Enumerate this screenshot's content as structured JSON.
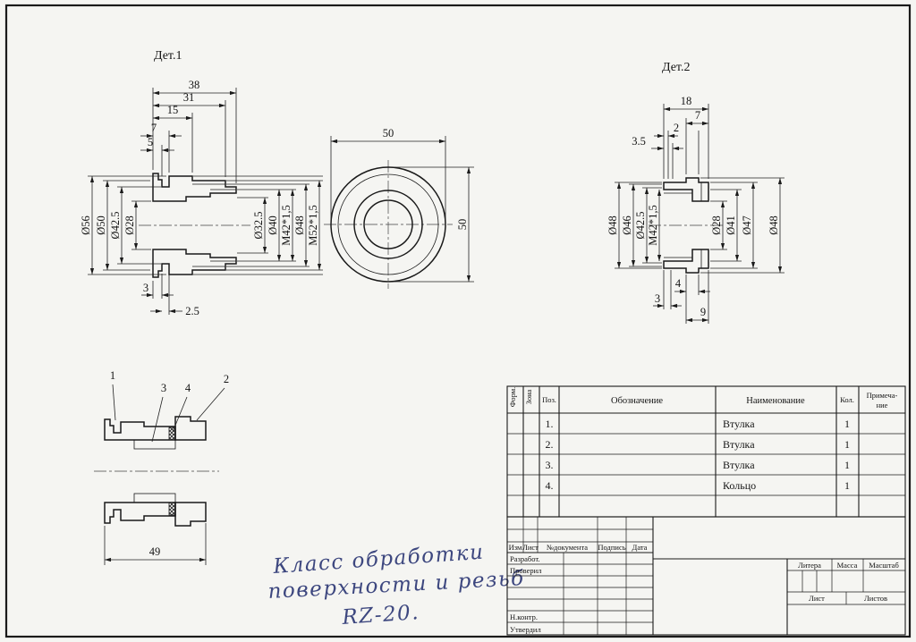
{
  "page": {
    "bg": "#f5f5f2",
    "line_color": "#1a1a1a",
    "ink_color": "#3d477f"
  },
  "det1": {
    "title": "Дет.1",
    "top_dims": [
      "38",
      "31",
      "15",
      "7",
      "5"
    ],
    "left_dims": [
      "Ø56",
      "Ø50",
      "Ø42.5",
      "Ø28"
    ],
    "right_dims": [
      "Ø32.5",
      "Ø40",
      "M42*1,5",
      "Ø48",
      "M52*1,5"
    ],
    "bottom_dims": [
      "3",
      "2.5"
    ]
  },
  "front_view": {
    "dim_width": "50",
    "dim_height": "50"
  },
  "det2": {
    "title": "Дет.2",
    "top_dims": [
      "18",
      "7",
      "2",
      "3.5"
    ],
    "left_dims": [
      "Ø48",
      "Ø46",
      "Ø42.5",
      "M42*1,5"
    ],
    "right_dims": [
      "Ø28",
      "Ø41",
      "Ø47",
      "Ø48"
    ],
    "bottom_dims": [
      "4",
      "3",
      "9"
    ]
  },
  "assembly": {
    "callouts": [
      "1",
      "3",
      "4",
      "2"
    ],
    "width_dim": "49"
  },
  "note": {
    "line1": "Класс обработки",
    "line2": "поверхности и резьб",
    "line3": "RZ-20."
  },
  "bom": {
    "headers": {
      "form": "Форм.",
      "zona": "Зона",
      "poz": "Поз.",
      "oboznachenie": "Обозначение",
      "naimenovanie": "Наименование",
      "kol": "Кол.",
      "primechanie1": "Примеча-",
      "primechanie2": "ние"
    },
    "rows": [
      {
        "poz": "1.",
        "name": "Втулка",
        "qty": "1"
      },
      {
        "poz": "2.",
        "name": "Втулка",
        "qty": "1"
      },
      {
        "poz": "3.",
        "name": "Втулка",
        "qty": "1"
      },
      {
        "poz": "4.",
        "name": "Кольцо",
        "qty": "1"
      }
    ]
  },
  "titleblock": {
    "izm": "Изм",
    "list": "Лист",
    "docnum": "№документа",
    "podpis": "Подпись",
    "data": "Дата",
    "razrabot": "Разработ.",
    "proveril": "Проверил",
    "nkontr": "Н.контр.",
    "utverdil": "Утвердил",
    "litera": "Литера",
    "massa": "Масса",
    "masshtab": "Масштаб",
    "list2": "Лист",
    "listov": "Листов"
  }
}
